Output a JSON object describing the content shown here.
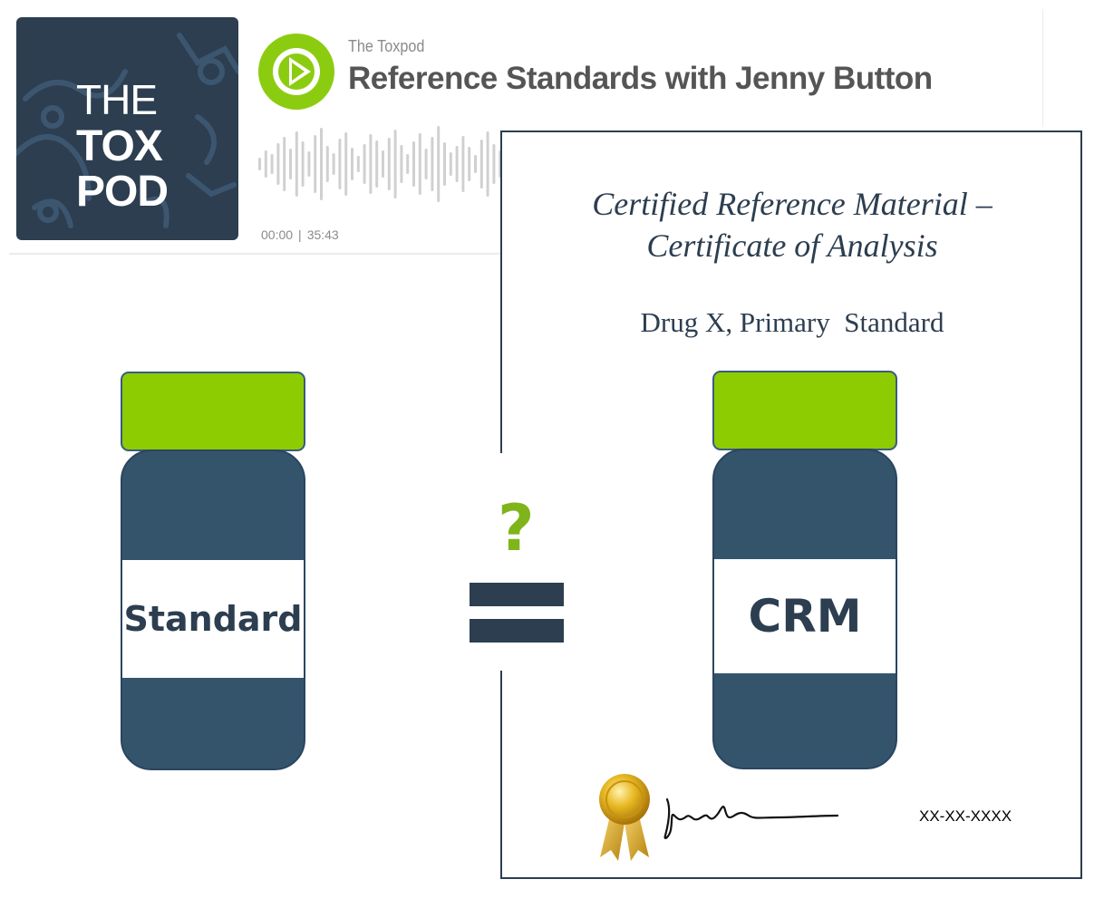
{
  "player": {
    "cover": {
      "line1": "THE",
      "line2": "TOX",
      "line3": "POD"
    },
    "play_button_icon": "play-icon",
    "show_name": "The Toxpod",
    "episode_title": "Reference Standards with Jenny Button",
    "current_time": "00:00",
    "separator": "|",
    "duration": "35:43",
    "accent_color": "#8ccc10"
  },
  "comparison": {
    "left_vial_label": "Standard",
    "question_mark": "?",
    "right_vial_label": "CRM"
  },
  "certificate": {
    "title_line1": "Certified Reference Material –",
    "title_line2": "Certificate of Analysis",
    "subtitle": "Drug X, Primary  Standard",
    "seal_icon": "award-ribbon-icon",
    "date_placeholder": "XX-XX-XXXX"
  },
  "colors": {
    "navy": "#2c3e50",
    "vial_body": "#34546c",
    "cap_green": "#8ccc00",
    "question_green": "#7fb51a"
  }
}
